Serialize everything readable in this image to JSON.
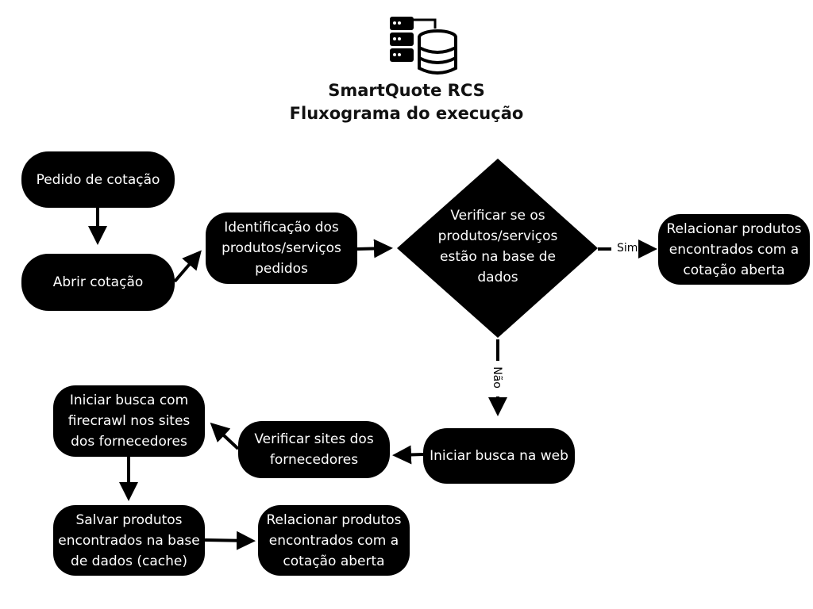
{
  "header": {
    "logo_icon": "server-database-icon",
    "title_line1": "SmartQuote RCS",
    "title_line2": "Fluxograma do execução"
  },
  "nodes": {
    "pedido": "Pedido de cotação",
    "abrir": "Abrir cotação",
    "identificacao": [
      "Identificação dos",
      "produtos/serviços",
      "pedidos"
    ],
    "verificar_base": [
      "Verificar se os",
      "produtos/serviços",
      "estão na base de",
      "dados"
    ],
    "relacionar_top": [
      "Relacionar produtos",
      "encontrados com a",
      "cotação aberta"
    ],
    "iniciar_busca_web": "Iniciar busca na web",
    "verificar_sites": [
      "Verificar sites dos",
      "fornecedores"
    ],
    "iniciar_firecrawl": [
      "Iniciar busca com",
      "firecrawl  nos sites",
      "dos fornecedores"
    ],
    "salvar": [
      "Salvar produtos",
      "encontrados na base",
      "de dados (cache)"
    ],
    "relacionar_bottom": [
      "Relacionar produtos",
      "encontrados com a",
      "cotação aberta"
    ]
  },
  "edge_labels": {
    "sim": "Sim",
    "nao": "Não"
  },
  "colors": {
    "node_fill": "#000000",
    "node_text": "#ffffff",
    "background": "#ffffff"
  }
}
